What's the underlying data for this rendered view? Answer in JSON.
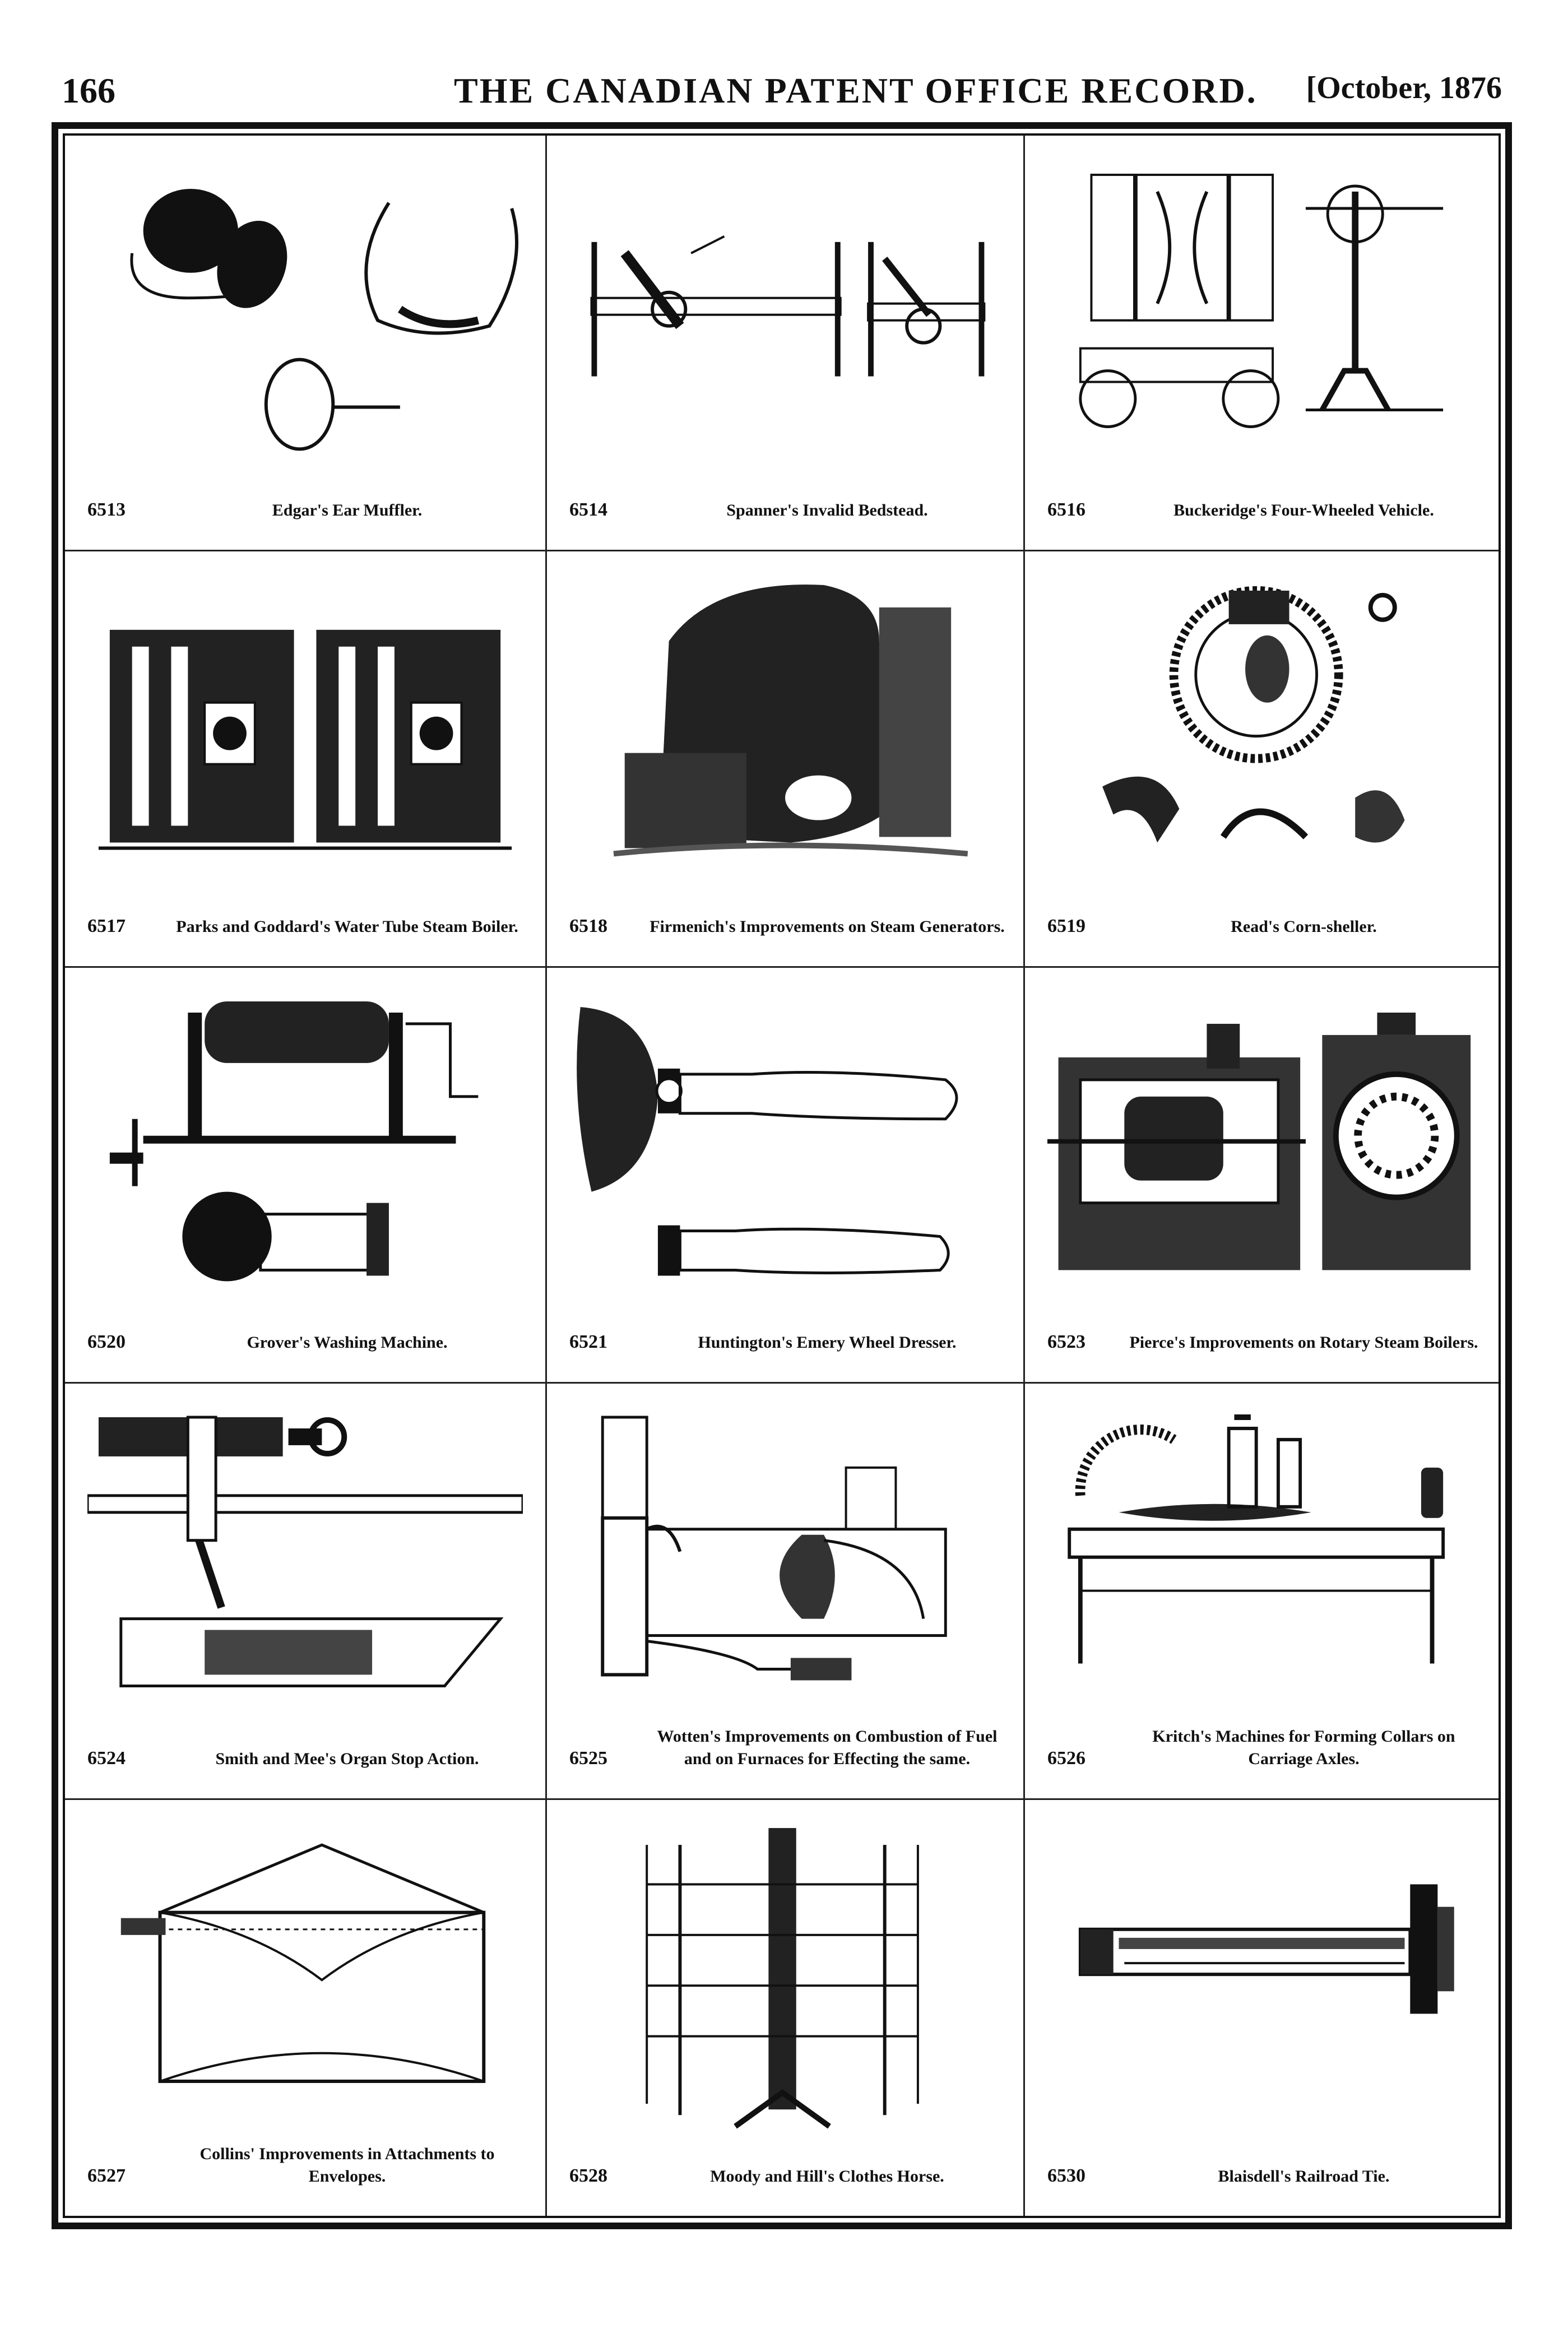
{
  "header": {
    "page_number": "166",
    "journal_title": "THE CANADIAN PATENT OFFICE RECORD.",
    "date": "[October, 1876"
  },
  "patents": [
    {
      "number": "6513",
      "title": "Edgar's Ear Muffler.",
      "figure": "ear-muffler-drawing"
    },
    {
      "number": "6514",
      "title": "Spanner's Invalid Bedstead.",
      "figure": "invalid-bedstead-drawing"
    },
    {
      "number": "6516",
      "title": "Buckeridge's Four-Wheeled Vehicle.",
      "figure": "four-wheeled-vehicle-drawing"
    },
    {
      "number": "6517",
      "title": "Parks and Goddard's Water Tube Steam Boiler.",
      "figure": "water-tube-boiler-drawing"
    },
    {
      "number": "6518",
      "title": "Firmenich's Improvements on Steam Generators.",
      "figure": "steam-generator-drawing"
    },
    {
      "number": "6519",
      "title": "Read's Corn-sheller.",
      "figure": "corn-sheller-drawing"
    },
    {
      "number": "6520",
      "title": "Grover's Washing Machine.",
      "figure": "washing-machine-drawing"
    },
    {
      "number": "6521",
      "title": "Huntington's Emery Wheel Dresser.",
      "figure": "emery-wheel-dresser-drawing"
    },
    {
      "number": "6523",
      "title": "Pierce's Improvements on Rotary Steam Boilers.",
      "figure": "rotary-steam-boiler-drawing"
    },
    {
      "number": "6524",
      "title": "Smith and Mee's Organ Stop Action.",
      "figure": "organ-stop-action-drawing"
    },
    {
      "number": "6525",
      "title": "Wotten's Improvements on Combustion of Fuel and on Furnaces for Effecting the same.",
      "figure": "furnace-drawing"
    },
    {
      "number": "6526",
      "title": "Kritch's Machines for Forming Collars on Carriage Axles.",
      "figure": "collar-forming-machine-drawing"
    },
    {
      "number": "6527",
      "title": "Collins' Improvements in Attachments to Envelopes.",
      "figure": "envelope-drawing"
    },
    {
      "number": "6528",
      "title": "Moody and Hill's Clothes Horse.",
      "figure": "clothes-horse-drawing"
    },
    {
      "number": "6530",
      "title": "Blaisdell's Railroad Tie.",
      "figure": "railroad-tie-drawing"
    }
  ]
}
